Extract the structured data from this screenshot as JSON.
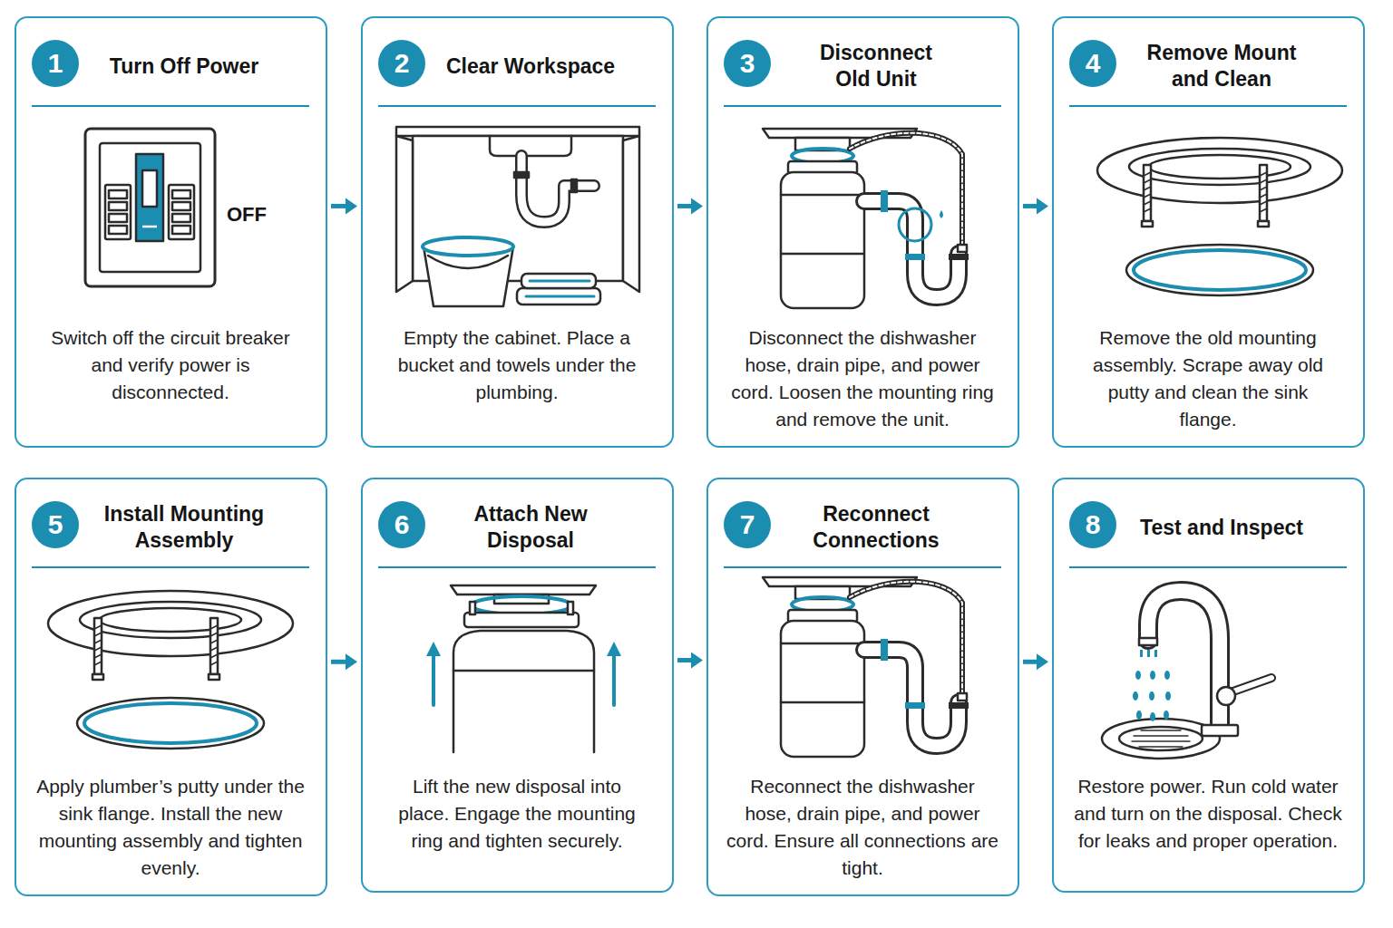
{
  "diagram": {
    "nodes": [
      {
        "text": [
          "Turn Off Power",
          "Switch off the circuit breaker and verify power is disconnected."
        ]
      },
      {
        "text": [
          "1"
        ],
        "in": 0
      },
      {
        "text": [
          "Clear Workspace",
          "Empty the cabinet. Place a bucket and towels under the plumbing."
        ]
      },
      {
        "text": [
          "2"
        ],
        "in": 2
      },
      {
        "text": [
          "Disconnect Old Unit",
          "Disconnect the dishwasher hose, drain pipe, and power cord. Loosen the mounting ring and remove the unit."
        ]
      },
      {
        "text": [
          "3"
        ],
        "in": 4
      },
      {
        "text": [
          "Remove Mount and Clean",
          "Remove the old mounting assembly. Scrape away old putty and clean the sink flange."
        ]
      },
      {
        "text": [
          "4"
        ],
        "in": 6
      },
      {
        "text": [
          "Install Mounting Assembly",
          "Apply plumber’s putty under the sink flange. Install the new mounting assembly and tighten evenly."
        ]
      },
      {
        "text": [
          "5"
        ],
        "in": 8
      },
      {
        "text": [
          "Attach New Disposal",
          "Lift the new disposal into place. Engage the mounting ring and tighten securely."
        ]
      },
      {
        "text": [
          "6"
        ],
        "in": 10
      },
      {
        "text": [
          "Reconnect Connections",
          "Reconnect the dishwasher hose, drain pipe, and power cord. Ensure all connections are tight."
        ]
      },
      {
        "text": [
          "7"
        ],
        "in": 12
      },
      {
        "text": [
          "Test and Inspect",
          "Restore power. Run cold water and turn on the disposal. Check for leaks and proper operation."
        ]
      },
      {
        "text": [
          "8"
        ],
        "in": 14
      }
    ],
    "edges": [
      {
        "from": 0,
        "to": 2,
        "arrow": "to"
      },
      {
        "from": 2,
        "to": 4,
        "arrow": "to"
      },
      {
        "from": 4,
        "to": 6,
        "arrow": "to"
      },
      {
        "from": 8,
        "to": 10,
        "arrow": "to"
      },
      {
        "from": 10,
        "to": 12,
        "arrow": "to"
      },
      {
        "from": 12,
        "to": 14,
        "arrow": "to"
      }
    ],
    "labels": [
      "OFF"
    ]
  }
}
